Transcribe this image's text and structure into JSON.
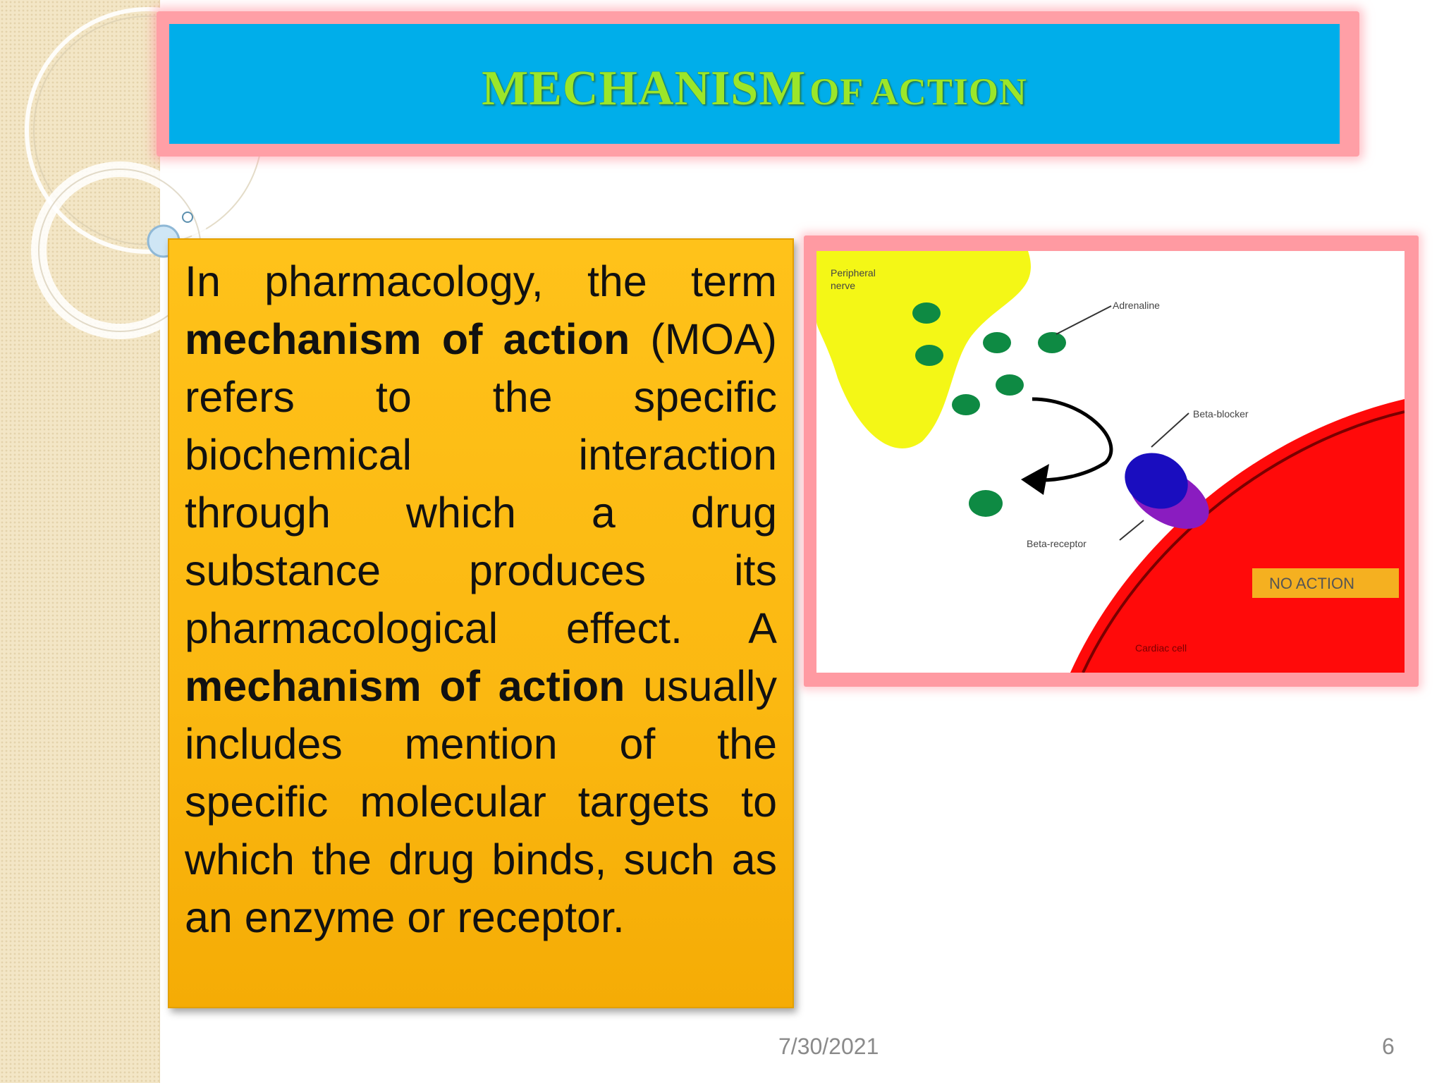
{
  "slide": {
    "title_big": "MECHANISM",
    "title_small": "OF ACTION",
    "paragraph": {
      "p1": "In pharmacology, the term ",
      "b1": "mechanism of action",
      "p2": " (MOA) refers to the specific biochemical interaction through which a drug substance produces its pharmacological effect. A ",
      "b2": "mechanism of action",
      "p3": " usually includes mention of the specific molecular targets to which the drug binds, such as an enzyme or receptor."
    },
    "diagram": {
      "label_nerve_1": "Peripheral",
      "label_nerve_2": "nerve",
      "label_adrenaline": "Adrenaline",
      "label_beta_blocker": "Beta-blocker",
      "label_beta_receptor": "Beta-receptor",
      "label_no_action": "NO ACTION",
      "label_cardiac_cell": "Cardiac cell"
    },
    "footer": {
      "date": "7/30/2021",
      "page": "6"
    }
  },
  "colors": {
    "title_bg": "#00aeea",
    "title_text": "#9be62a",
    "text_box": "#fbb811",
    "frame_pink": "#ff9fa6",
    "nerve_yellow": "#f4f716",
    "adrenaline_green": "#0e8a43",
    "cell_red": "#ff0a0a",
    "blocker_blue": "#1a0dbf",
    "receptor_purple": "#8a1cc0"
  }
}
